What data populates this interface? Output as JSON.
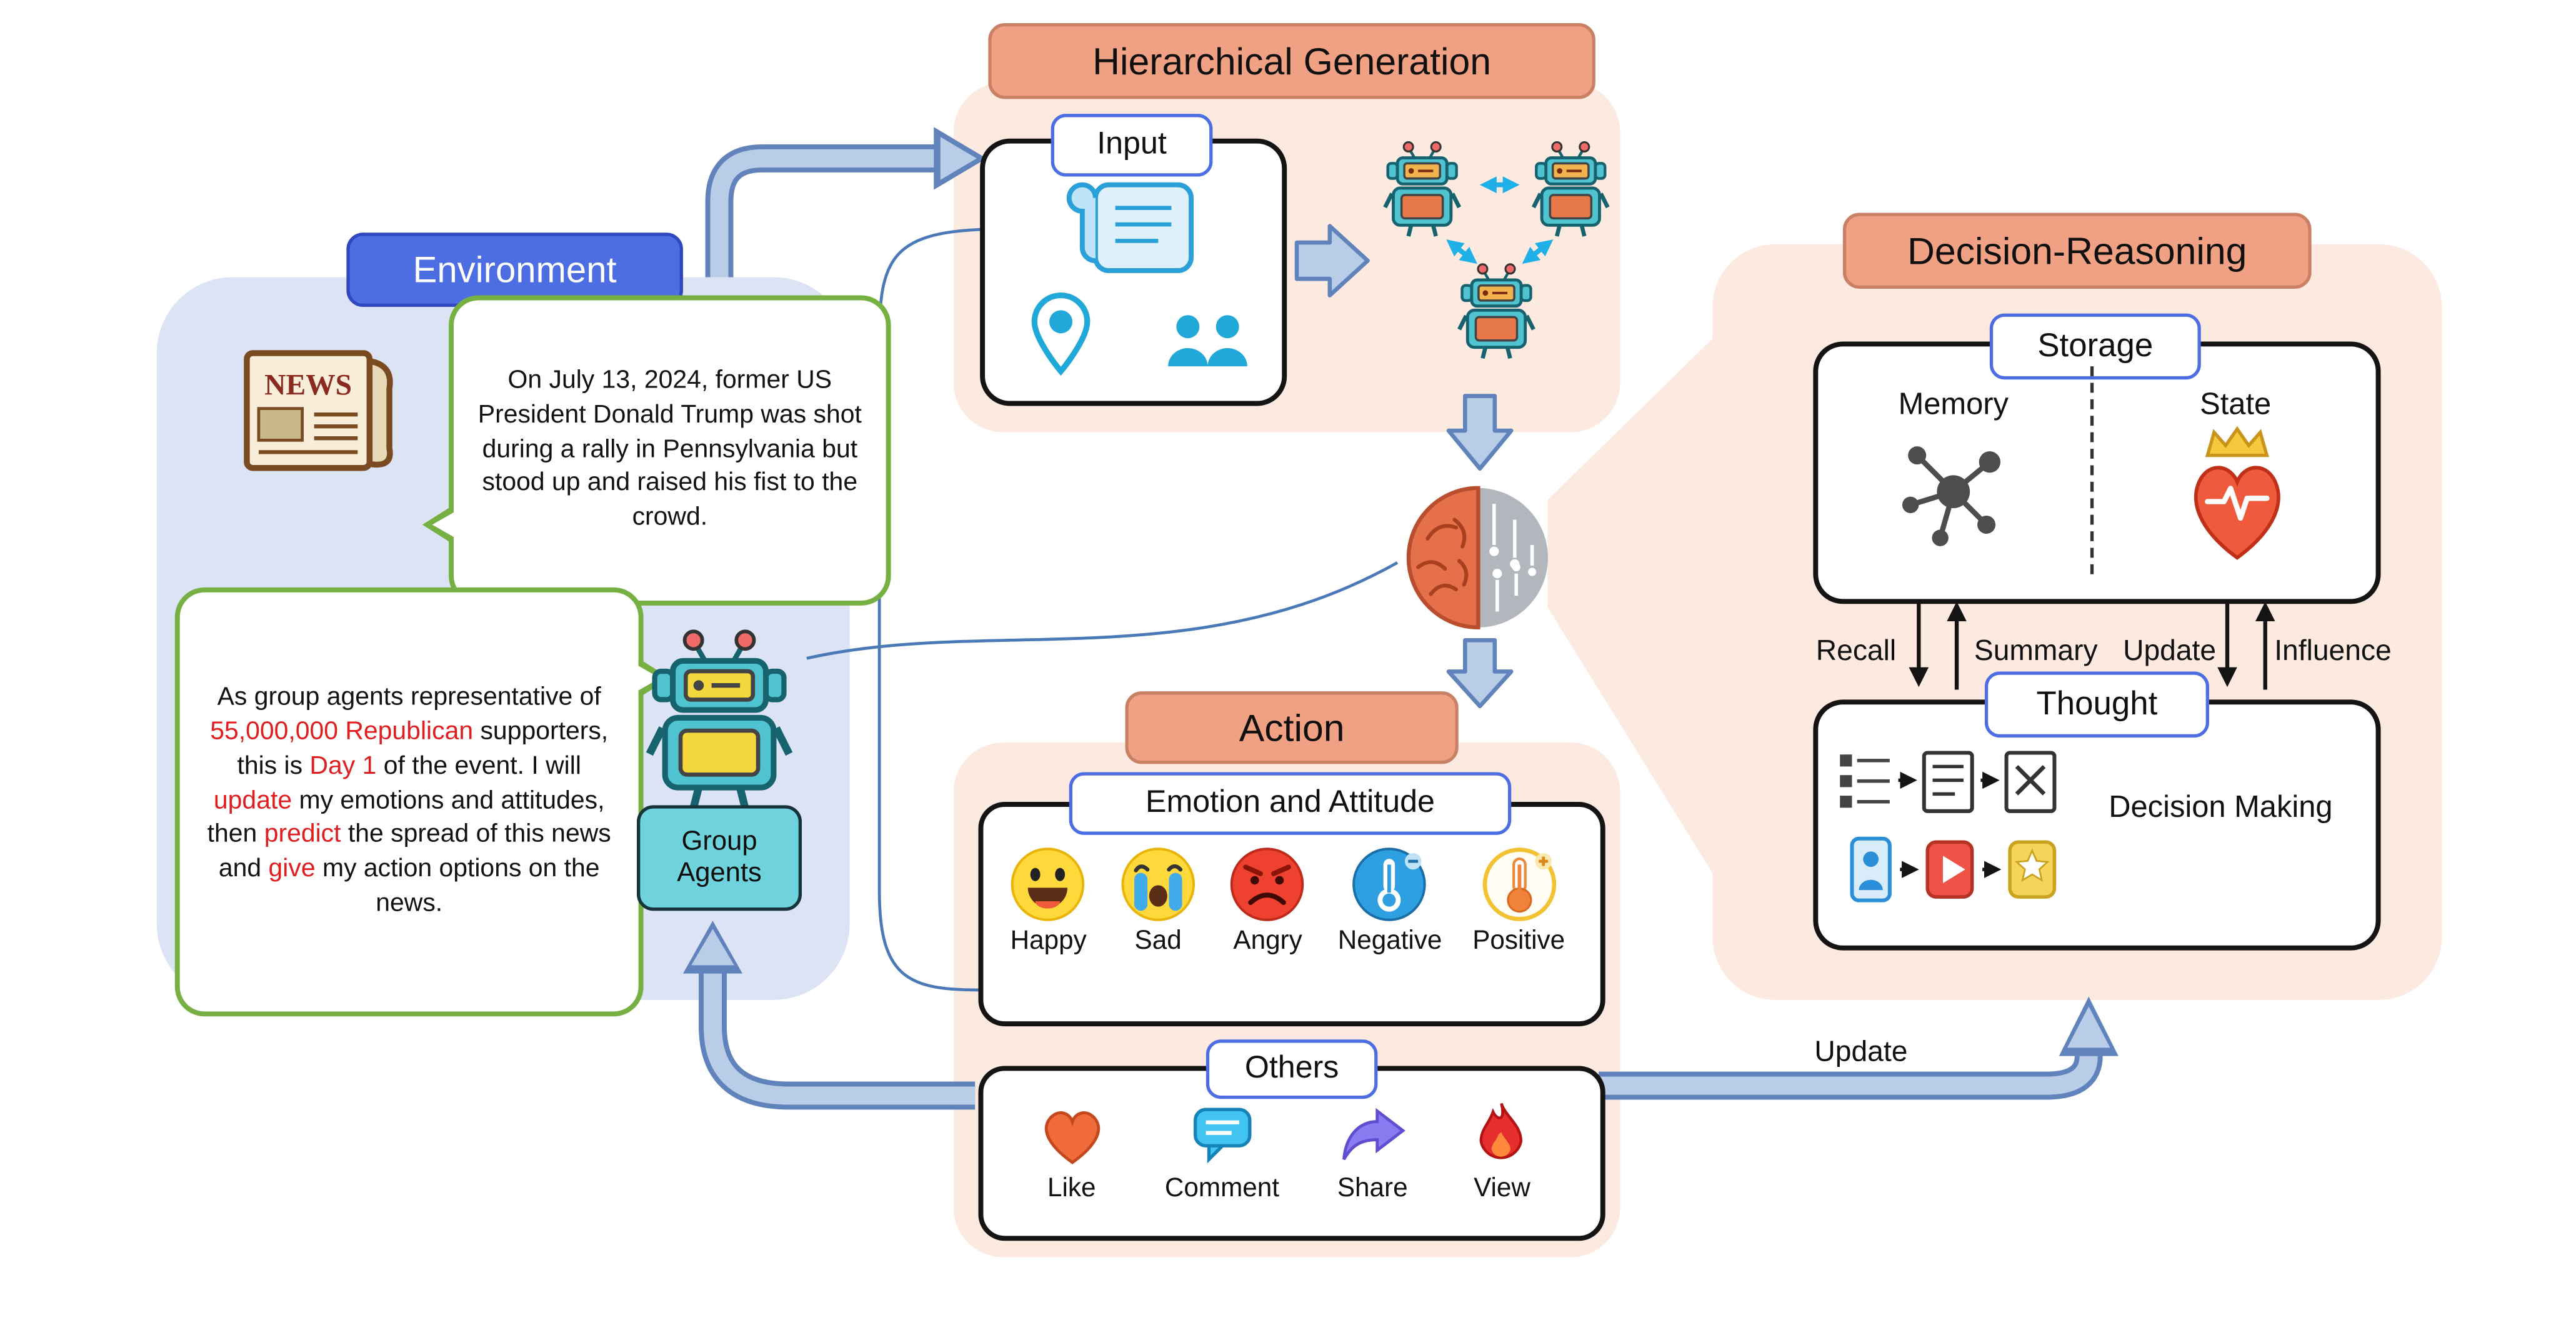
{
  "environment": {
    "label": "Environment",
    "news_icon_label": "NEWS",
    "news_bubble": "On July 13, 2024, former US President Donald Trump was shot during a rally in Pennsylvania but stood up and raised his fist to the crowd.",
    "agent_bubble": {
      "segments": [
        {
          "t": "As group agents representative of ",
          "c": "seg-k"
        },
        {
          "t": "55,000,000 Republican",
          "c": "seg-r"
        },
        {
          "t": " supporters, this is ",
          "c": "seg-k"
        },
        {
          "t": "Day 1",
          "c": "seg-r"
        },
        {
          "t": " of the event. I will ",
          "c": "seg-k"
        },
        {
          "t": "update",
          "c": "seg-r"
        },
        {
          "t": " my emotions and attitudes, then ",
          "c": "seg-k"
        },
        {
          "t": "predict",
          "c": "seg-r"
        },
        {
          "t": " the spread of this news and ",
          "c": "seg-k"
        },
        {
          "t": "give",
          "c": "seg-r"
        },
        {
          "t": " my action options on the news.",
          "c": "seg-k"
        }
      ]
    },
    "group_agents_label": "Group Agents"
  },
  "hierarchical_generation": {
    "label": "Hierarchical Generation",
    "input_label": "Input"
  },
  "action": {
    "label": "Action",
    "emotion_title": "Emotion and Attitude",
    "emotions": [
      {
        "name": "Happy",
        "icon": "happy-face-icon"
      },
      {
        "name": "Sad",
        "icon": "crying-face-icon"
      },
      {
        "name": "Angry",
        "icon": "angry-face-icon"
      },
      {
        "name": "Negative",
        "icon": "negative-thermometer-icon"
      },
      {
        "name": "Positive",
        "icon": "positive-thermometer-icon"
      }
    ],
    "others_title": "Others",
    "others": [
      {
        "name": "Like",
        "icon": "heart-icon"
      },
      {
        "name": "Comment",
        "icon": "chat-bubble-icon"
      },
      {
        "name": "Share",
        "icon": "share-arrow-icon"
      },
      {
        "name": "View",
        "icon": "flame-icon"
      }
    ]
  },
  "decision_reasoning": {
    "label": "Decision-Reasoning",
    "storage_title": "Storage",
    "memory_label": "Memory",
    "state_label": "State",
    "flow_labels": {
      "recall": "Recall",
      "summary": "Summary",
      "update": "Update",
      "influence": "Influence"
    },
    "thought_title": "Thought",
    "decision_making": "Decision Making"
  },
  "flows": {
    "update_label": "Update"
  },
  "colors": {
    "env_header": "#4d6ee3",
    "env_bg": "#dce3f4",
    "section_header": "#f0a184",
    "section_bg": "#fceae0",
    "bubble_border": "#76b043",
    "highlight_red": "#e01e1f",
    "arrow_fill": "#b9cde8",
    "arrow_stroke": "#5f83ba",
    "agents_badge": "#6fd3de"
  }
}
